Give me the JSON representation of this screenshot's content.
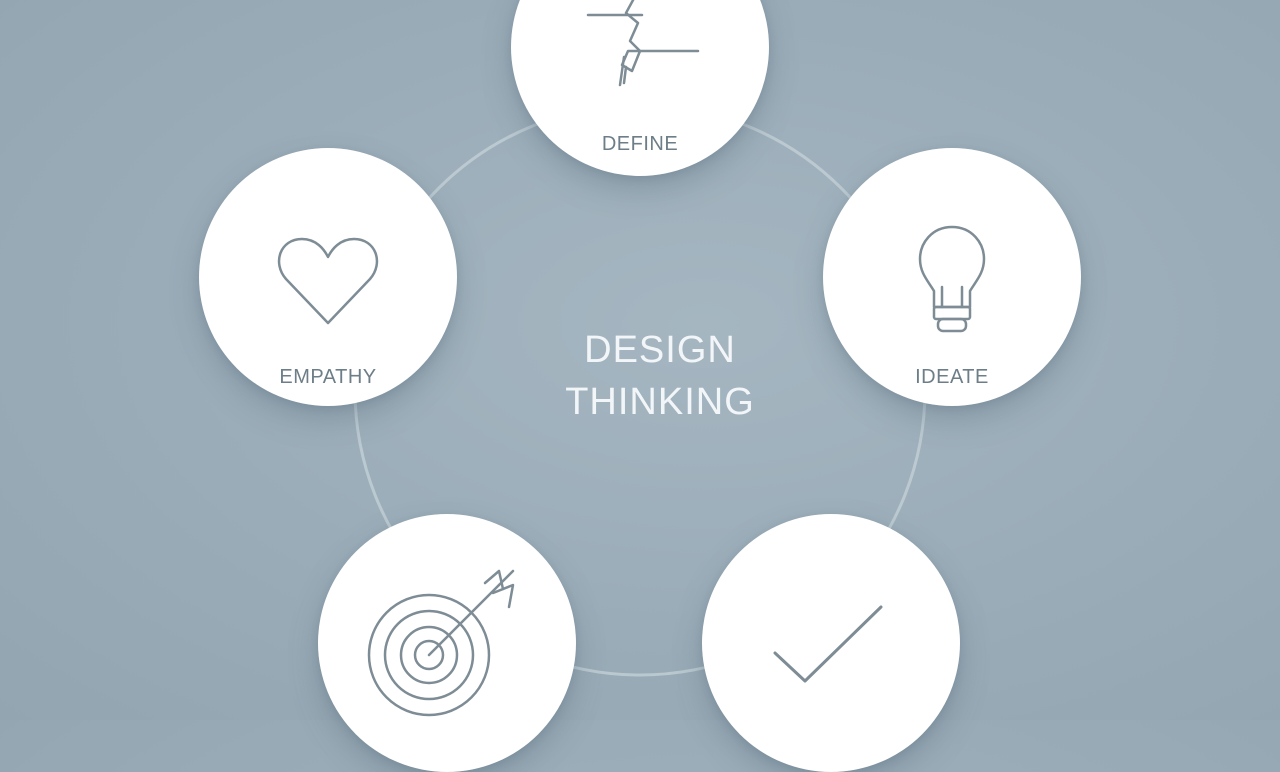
{
  "title": {
    "line1": "DESIGN",
    "line2": "THINKING"
  },
  "stages": [
    {
      "label": "DEFINE",
      "icon": "pencil-lightning-icon"
    },
    {
      "label": "EMPATHY",
      "icon": "heart-icon"
    },
    {
      "label": "IDEATE",
      "icon": "lightbulb-icon"
    },
    {
      "label": "",
      "icon": "target-arrow-icon"
    },
    {
      "label": "",
      "icon": "checkmark-icon"
    }
  ],
  "colors": {
    "background": "#9aacb8",
    "circle_fill": "#ffffff",
    "icon_stroke": "#7d8c95",
    "label_text": "#6d7e88",
    "title_text": "#f3f6f8",
    "ring_stroke": "#c6d1d8"
  }
}
